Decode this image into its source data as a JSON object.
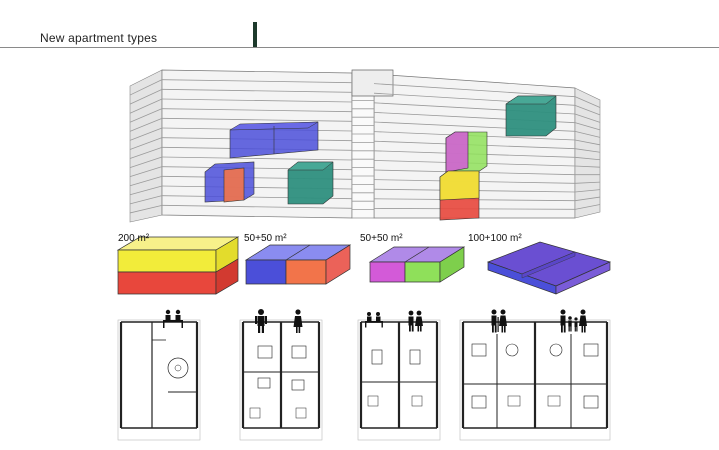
{
  "header": {
    "title": "New apartment types"
  },
  "colors": {
    "accent": "#1d3a2c",
    "yellow": "#f2ec3a",
    "red": "#e8473c",
    "blue": "#4b4fd9",
    "orange": "#f2744a",
    "magenta": "#d35ad8",
    "green": "#8fe05a",
    "teal": "#2e8f7e",
    "violet": "#6a4fd2"
  },
  "apartment_types": [
    {
      "label": "200 m²"
    },
    {
      "label": "50+50 m²"
    },
    {
      "label": "50+50 m²"
    },
    {
      "label": "100+100 m²"
    }
  ]
}
